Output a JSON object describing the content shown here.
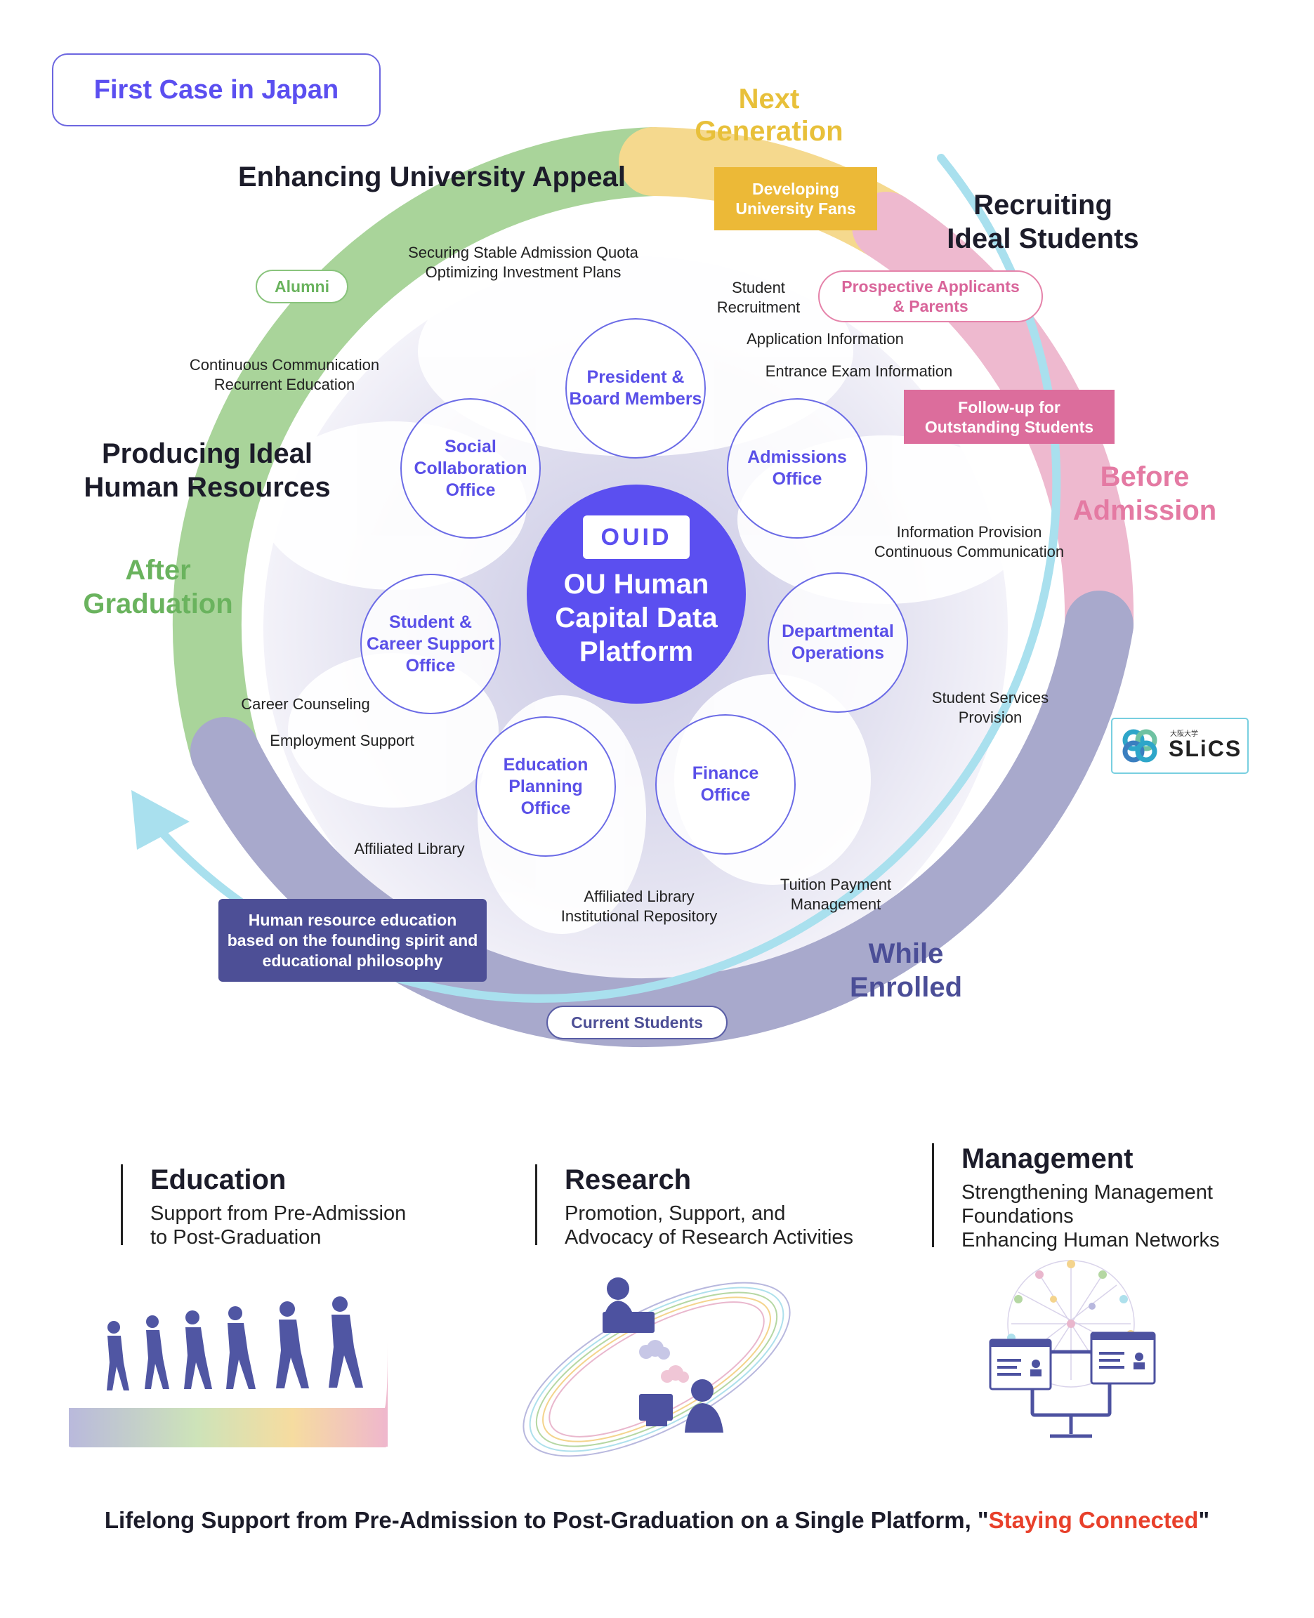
{
  "badge": {
    "first_case": "First Case in Japan"
  },
  "phases": {
    "next_generation": "Next\nGeneration",
    "before_admission": "Before\nAdmission",
    "while_enrolled": "While\nEnrolled",
    "after_graduation": "After\nGraduation"
  },
  "headings": {
    "enhancing_appeal": "Enhancing University Appeal",
    "recruiting": "Recruiting\nIdeal Students",
    "producing": "Producing Ideal\nHuman Resources"
  },
  "tags": {
    "developing_fans": "Developing\nUniversity Fans",
    "follow_up": "Follow-up for\nOutstanding Students",
    "hr_education": "Human resource education\nbased on the founding spirit and\neducational philosophy"
  },
  "pills": {
    "alumni": "Alumni",
    "prospective": "Prospective Applicants\n& Parents",
    "current_students": "Current Students"
  },
  "annotations": {
    "securing": "Securing Stable Admission Quota\nOptimizing Investment Plans",
    "student_recruitment": "Student\nRecruitment",
    "application_info": "Application Information",
    "entrance_exam": "Entrance Exam Information",
    "continuous_comm": "Continuous Communication\nRecurrent Education",
    "info_provision": "Information Provision\nContinuous Communication",
    "student_services": "Student Services\nProvision",
    "career_counseling": "Career Counseling",
    "employment_support": "Employment Support",
    "affiliated_library": "Affiliated Library",
    "library_repository": "Affiliated Library\nInstitutional Repository",
    "tuition": "Tuition Payment\nManagement"
  },
  "center": {
    "ouid": "OUID",
    "title": "OU Human\nCapital Data\nPlatform"
  },
  "offices": {
    "president": "President &\nBoard Members",
    "social": "Social\nCollaboration\nOffice",
    "admissions": "Admissions\nOffice",
    "student_career": "Student &\nCareer Support\nOffice",
    "departmental": "Departmental\nOperations",
    "education_planning": "Education\nPlanning\nOffice",
    "finance": "Finance\nOffice"
  },
  "logo": {
    "brand": "SLiCS",
    "small": "大阪大学"
  },
  "pillars": [
    {
      "title": "Education",
      "desc": "Support from Pre-Admission\nto Post-Graduation"
    },
    {
      "title": "Research",
      "desc": "Promotion, Support, and\nAdvocacy of Research Activities"
    },
    {
      "title": "Management",
      "desc": "Strengthening Management\nFoundations\nEnhancing Human Networks"
    }
  ],
  "footer": {
    "main": "Lifelong Support from Pre-Admission to Post-Graduation on a Single Platform, \"",
    "highlight": "Staying Connected",
    "end": "\""
  },
  "colors": {
    "green": "#a9d49a",
    "yellow": "#f5d98e",
    "pink": "#eeb9cf",
    "lavender": "#a8a9cc",
    "sky": "#a9e0ee",
    "purple": "#5b4ff0",
    "accent_red": "#e8402b"
  }
}
